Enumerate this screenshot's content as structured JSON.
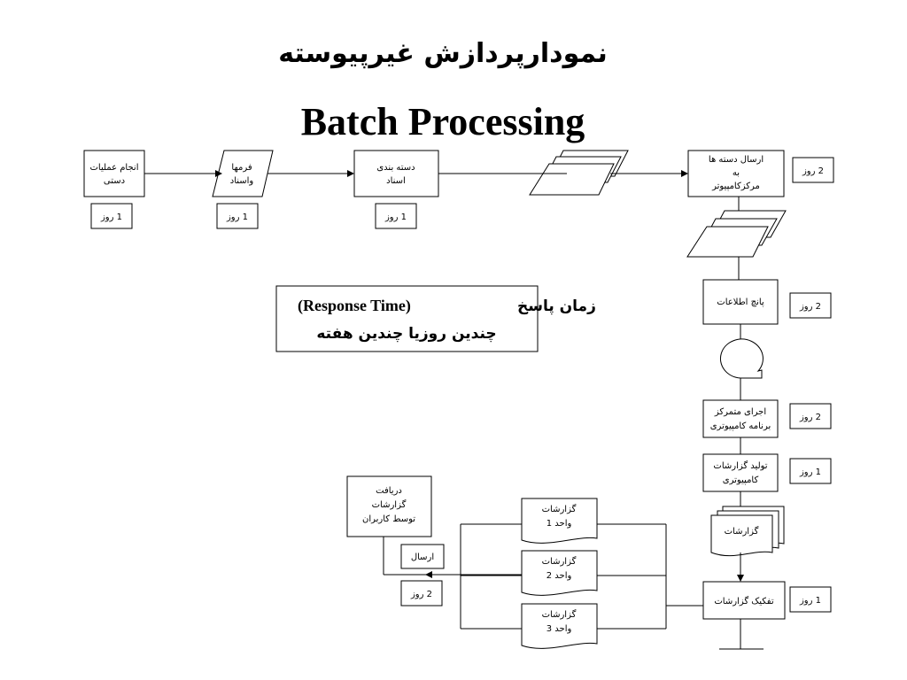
{
  "title_fa": "نمودارپردازش غیرپیوسته",
  "title_en": "Batch Processing",
  "response": {
    "line1_fa": "زمان پاسخ",
    "line1_en": "(Response Time)",
    "line2": "چندین روزیا چندین هفته"
  },
  "nodes": {
    "manual_ops": [
      "انجام عملیات",
      "دستی"
    ],
    "forms": [
      "فرمها",
      "واسناد"
    ],
    "batching": [
      "دسته بندی",
      "اسناد"
    ],
    "send_batches": [
      "ارسال دسته ها",
      "به",
      "مرکزکامپیوتر"
    ],
    "punch": [
      "پانچ اطلاعات"
    ],
    "run_program": [
      "اجرای متمرکز",
      "برنامه کامپیوتری"
    ],
    "produce_reports": [
      "تولید گزارشات",
      "کامپیوتری"
    ],
    "reports_doc": [
      "گزارشات"
    ],
    "split_reports": [
      "تفکیک گزارشات"
    ],
    "unit1": [
      "گزارشات",
      "واحد 1"
    ],
    "unit2": [
      "گزارشات",
      "واحد 2"
    ],
    "unit3": [
      "گزارشات",
      "واحد 3"
    ],
    "send": [
      "ارسال"
    ],
    "receive": [
      "دریافت",
      "گزارشات",
      "توسط کاربران"
    ]
  },
  "durations": {
    "manual_ops": "1 روز",
    "forms": "1 روز",
    "batching": "1 روز",
    "send_batches": "2 روز",
    "punch": "2 روز",
    "run_program": "2 روز",
    "produce_reports": "1 روز",
    "split_reports": "1 روز",
    "send": "2 روز"
  }
}
